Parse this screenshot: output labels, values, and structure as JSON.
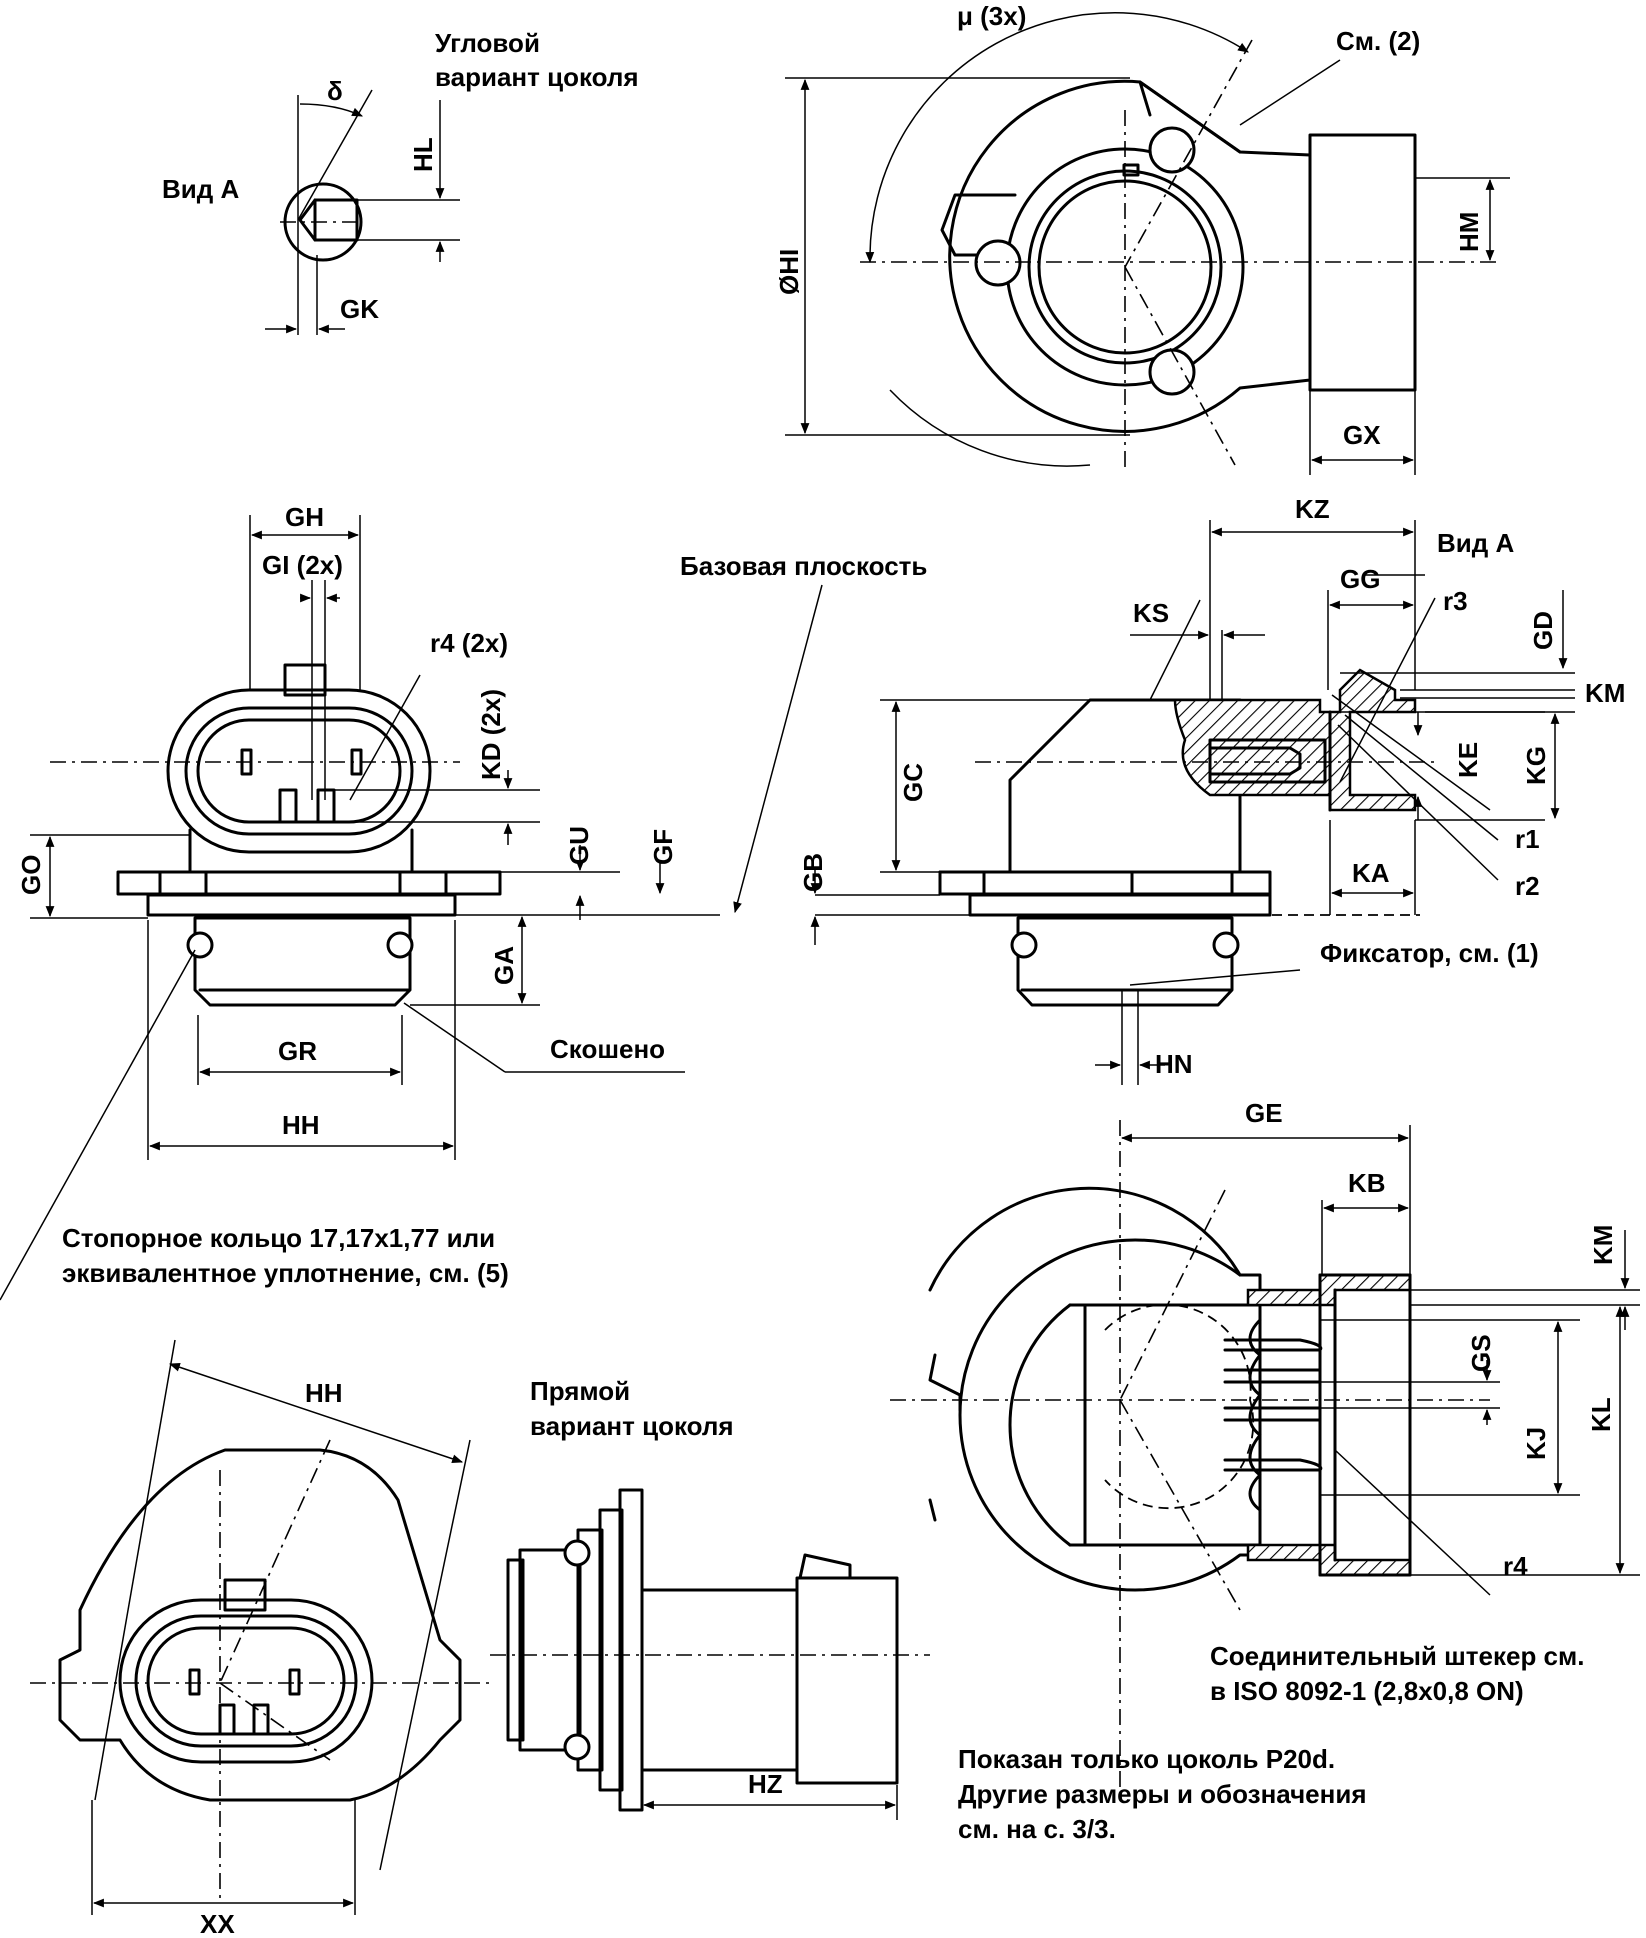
{
  "labels": {
    "angled_title_1": "Угловой",
    "angled_title_2": "вариант цоколя",
    "view_a_left": "Вид А",
    "delta": "δ",
    "hl": "HL",
    "gk": "GK",
    "mu": "μ (3x)",
    "see2": "См. (2)",
    "hi": "ØHI",
    "hm": "HM",
    "gx": "GX",
    "gh": "GH",
    "gi": "GI (2x)",
    "r4_2x": "r4 (2x)",
    "kd": "KD (2x)",
    "gu": "GU",
    "gf": "GF",
    "go": "GO",
    "ga": "GA",
    "gr": "GR",
    "hh_mid": "HH",
    "chamfered": "Скошено",
    "base_plane": "Базовая плоскость",
    "kz": "KZ",
    "view_a_right": "Вид А",
    "gg": "GG",
    "r3": "r3",
    "ks": "KS",
    "gd": "GD",
    "km_top": "KM",
    "gc": "GC",
    "ke": "KE",
    "kg": "KG",
    "r1": "r1",
    "r2": "r2",
    "gb": "GB",
    "ka": "KA",
    "latch": "Фиксатор, см. (1)",
    "hn": "HN",
    "ring_1": "Стопорное кольцо 17,17x1,77 или",
    "ring_2": "эквивалентное уплотнение, см. (5)",
    "ge": "GE",
    "kb": "KB",
    "km_bottom": "KM",
    "gs": "GS",
    "kj": "KJ",
    "kl": "KL",
    "r4": "r4",
    "connector_1": "Соединительный штекер см.",
    "connector_2": "в ISO 8092-1 (2,8x0,8 ON)",
    "hh_bottom": "HH",
    "xx": "XX",
    "straight_1": "Прямой",
    "straight_2": "вариант цоколя",
    "hz": "HZ",
    "note_1": "Показан только цоколь P20d.",
    "note_2": "Другие размеры и обозначения",
    "note_3": "см. на с. 3/3."
  }
}
